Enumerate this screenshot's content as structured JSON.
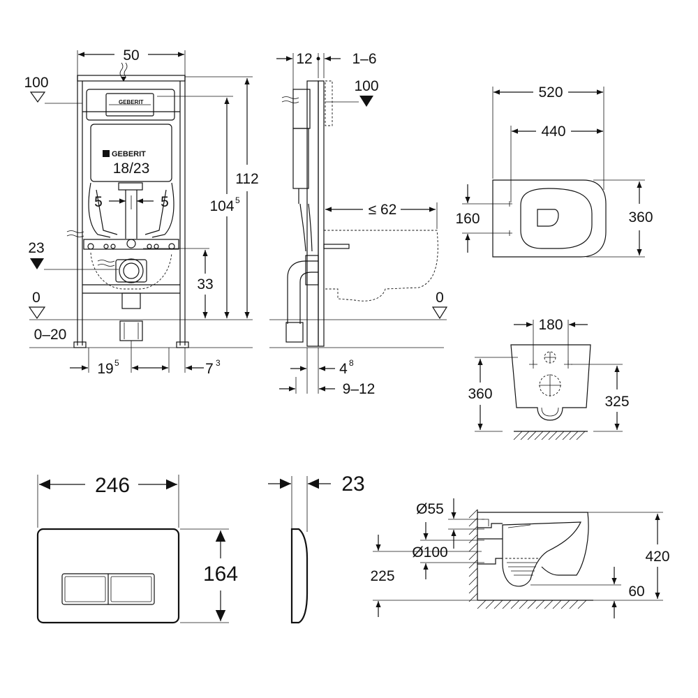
{
  "front_view": {
    "width": "50",
    "flush_level": "100",
    "height_total": "112",
    "height_mount": "104",
    "height_mount_sup": "5",
    "spacing": "18/23",
    "offset_left": "5",
    "offset_right": "5",
    "connection_level": "23",
    "height_drain": "33",
    "floor_level": "0",
    "floor_adjust": "0–20",
    "distance_a": "19",
    "distance_a_sup": "5",
    "distance_b": "7",
    "distance_b_sup": "3",
    "brand": "GEBERIT"
  },
  "side_view": {
    "depth_frame": "12",
    "wall_range": "1–6",
    "flush_level": "100",
    "projection_max": "≤ 62",
    "floor_level": "0",
    "depth_a": "4",
    "depth_a_sup": "8",
    "depth_b": "9–12"
  },
  "bowl_top": {
    "length": "520",
    "hole_to_front": "440",
    "hole_spacing": "160",
    "width": "360"
  },
  "bowl_back": {
    "hole_spacing": "180",
    "height": "360",
    "height_drain": "325"
  },
  "flush_plate": {
    "width": "246",
    "height": "164",
    "depth": "23"
  },
  "bowl_section": {
    "inlet_dia": "Ø55",
    "outlet_dia": "Ø100",
    "outlet_height": "225",
    "height": "420",
    "rim_depth": "60"
  }
}
